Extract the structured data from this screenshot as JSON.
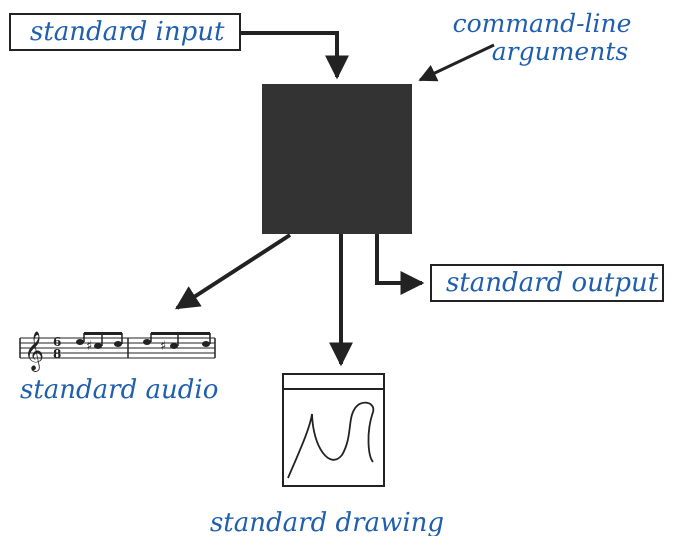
{
  "labels": {
    "standard_input": "standard input",
    "command_line_1": "command-line",
    "command_line_2": "arguments",
    "standard_output": "standard output",
    "standard_audio": "standard audio",
    "standard_drawing": "standard drawing"
  },
  "music": {
    "time_signature_top": "6",
    "time_signature_bottom": "8"
  },
  "colors": {
    "label_text": "#1f5fae",
    "program_box": "#333333",
    "line": "#222222"
  },
  "icons": {
    "clef": "treble-clef-icon",
    "drawing": "drawing-window-icon"
  }
}
